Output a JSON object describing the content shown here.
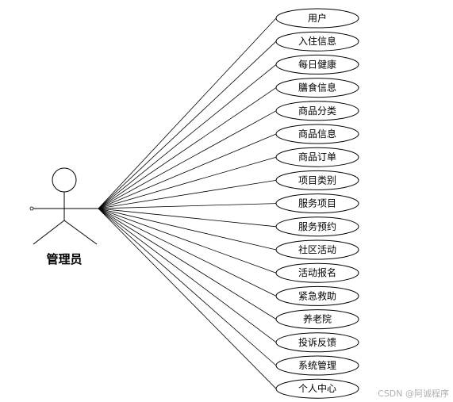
{
  "actor": {
    "label": "管理员"
  },
  "use_cases": [
    "用户",
    "入住信息",
    "每日健康",
    "膳食信息",
    "商品分类",
    "商品信息",
    "商品订单",
    "项目类别",
    "服务项目",
    "服务预约",
    "社区活动",
    "活动报名",
    "紧急救助",
    "养老院",
    "投诉反馈",
    "系统管理",
    "个人中心"
  ],
  "watermark": "CSDN @阿诚程序"
}
